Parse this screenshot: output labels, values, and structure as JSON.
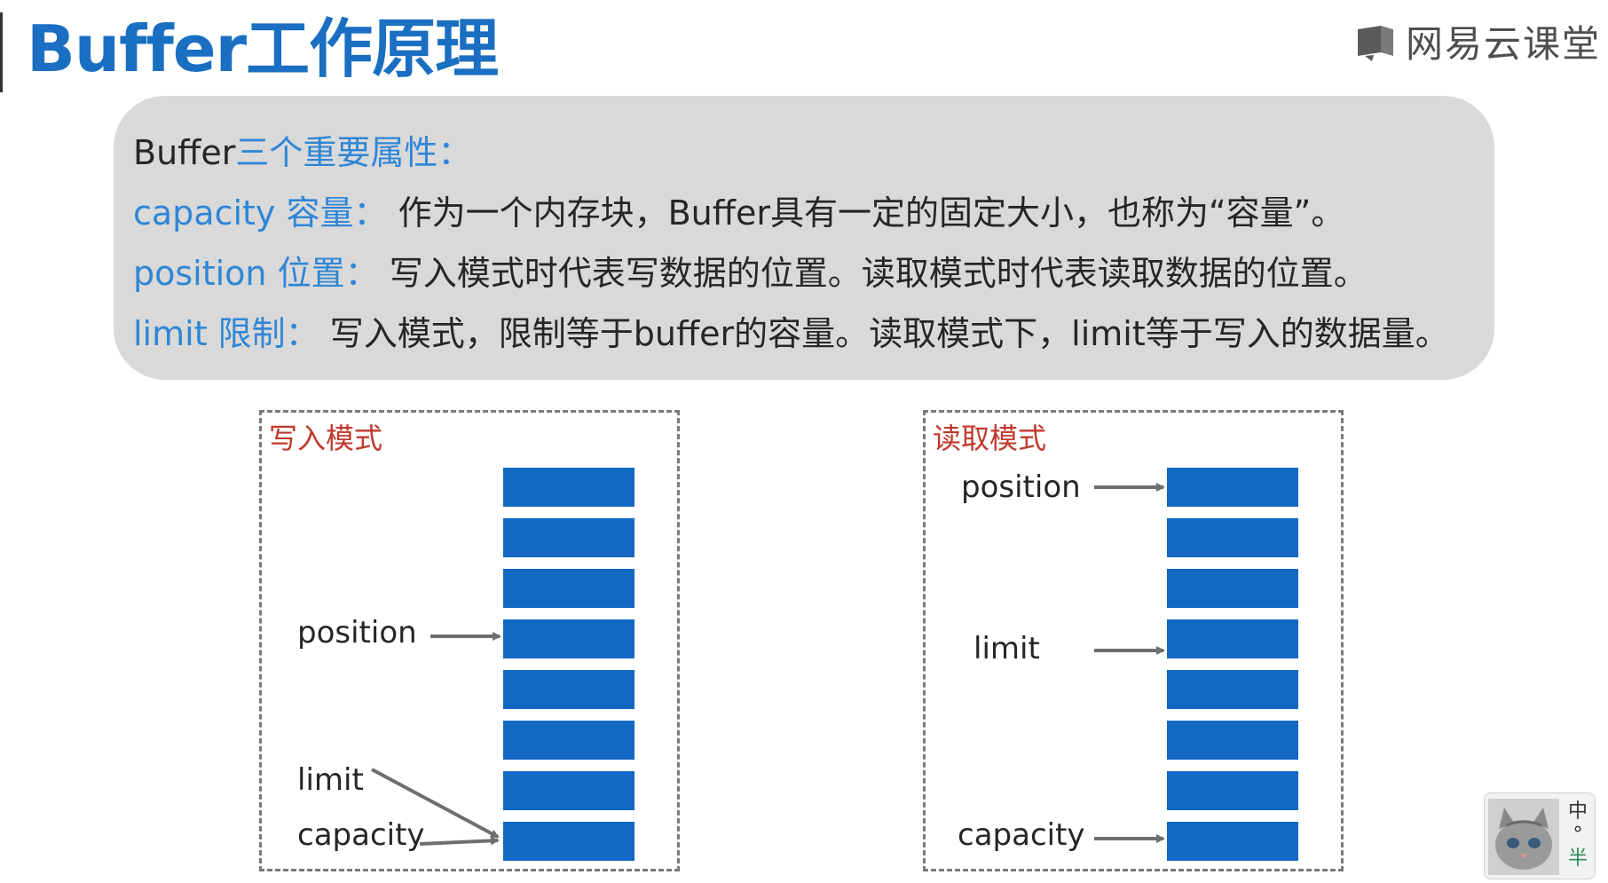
{
  "header": {
    "title": "Buffer工作原理",
    "brand_text": "网易云课堂",
    "brand_icon": "netease-cloud-classroom-logo"
  },
  "info": {
    "heading_prefix": "Buffer",
    "heading_suffix": "三个重要属性：",
    "lines": [
      {
        "key": "capacity 容量：",
        "text": "作为一个内存块，Buffer具有一定的固定大小，也称为“容量”。"
      },
      {
        "key": "position 位置：",
        "text": "写入模式时代表写数据的位置。读取模式时代表读取数据的位置。"
      },
      {
        "key": "limit 限制：",
        "text": "写入模式，限制等于buffer的容量。读取模式下，limit等于写入的数据量。"
      }
    ]
  },
  "write_mode": {
    "title": "写入模式",
    "labels": {
      "position": "position",
      "limit": "limit",
      "capacity": "capacity"
    }
  },
  "read_mode": {
    "title": "读取模式",
    "labels": {
      "position": "position",
      "limit": "limit",
      "capacity": "capacity"
    }
  },
  "ime": {
    "chars": [
      "中",
      "°",
      "半"
    ]
  },
  "colors": {
    "title_blue": "#1a6fc2",
    "key_blue": "#2f86d6",
    "cell_blue": "#1368c4",
    "panel_title_red": "#c0392b",
    "box_gray": "#d9d9d9",
    "arrow_gray": "#6e6e6e"
  }
}
